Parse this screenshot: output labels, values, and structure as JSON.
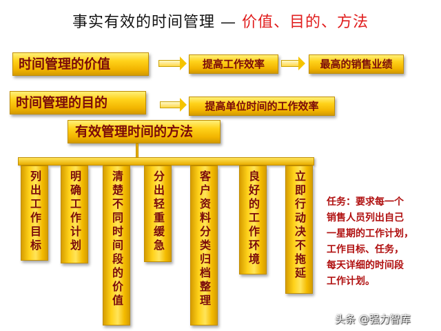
{
  "title": {
    "part1": "事实有效的时间管理 — ",
    "part2": "价值、目的、方法"
  },
  "row_value": {
    "label": "时间管理的价值",
    "step1": "提高工作效率",
    "step2": "最高的销售业绩"
  },
  "row_goal": {
    "label": "时间管理的目的",
    "step1": "提高单位时间的工作效率"
  },
  "methods": {
    "header": "有效管理时间的方法",
    "items": [
      "列出工作目标",
      "明确工作计划",
      "清楚不同时间段的价值",
      "分出轻重缓急",
      "客户资料分类归档整理",
      "良好的工作环境",
      "立即行动决不拖延"
    ]
  },
  "task": {
    "lines": [
      "任务：要求每一个",
      "销售人员列出自己",
      "一星期的工作计划，",
      "工作目标、任务，",
      "每天详细的时间段",
      "工作计划。"
    ]
  },
  "watermark": "头条 @强力智库",
  "colors": {
    "accent_red": "#e01c1c",
    "box_text": "#7a0a0a",
    "gold": "#ffd21a"
  }
}
